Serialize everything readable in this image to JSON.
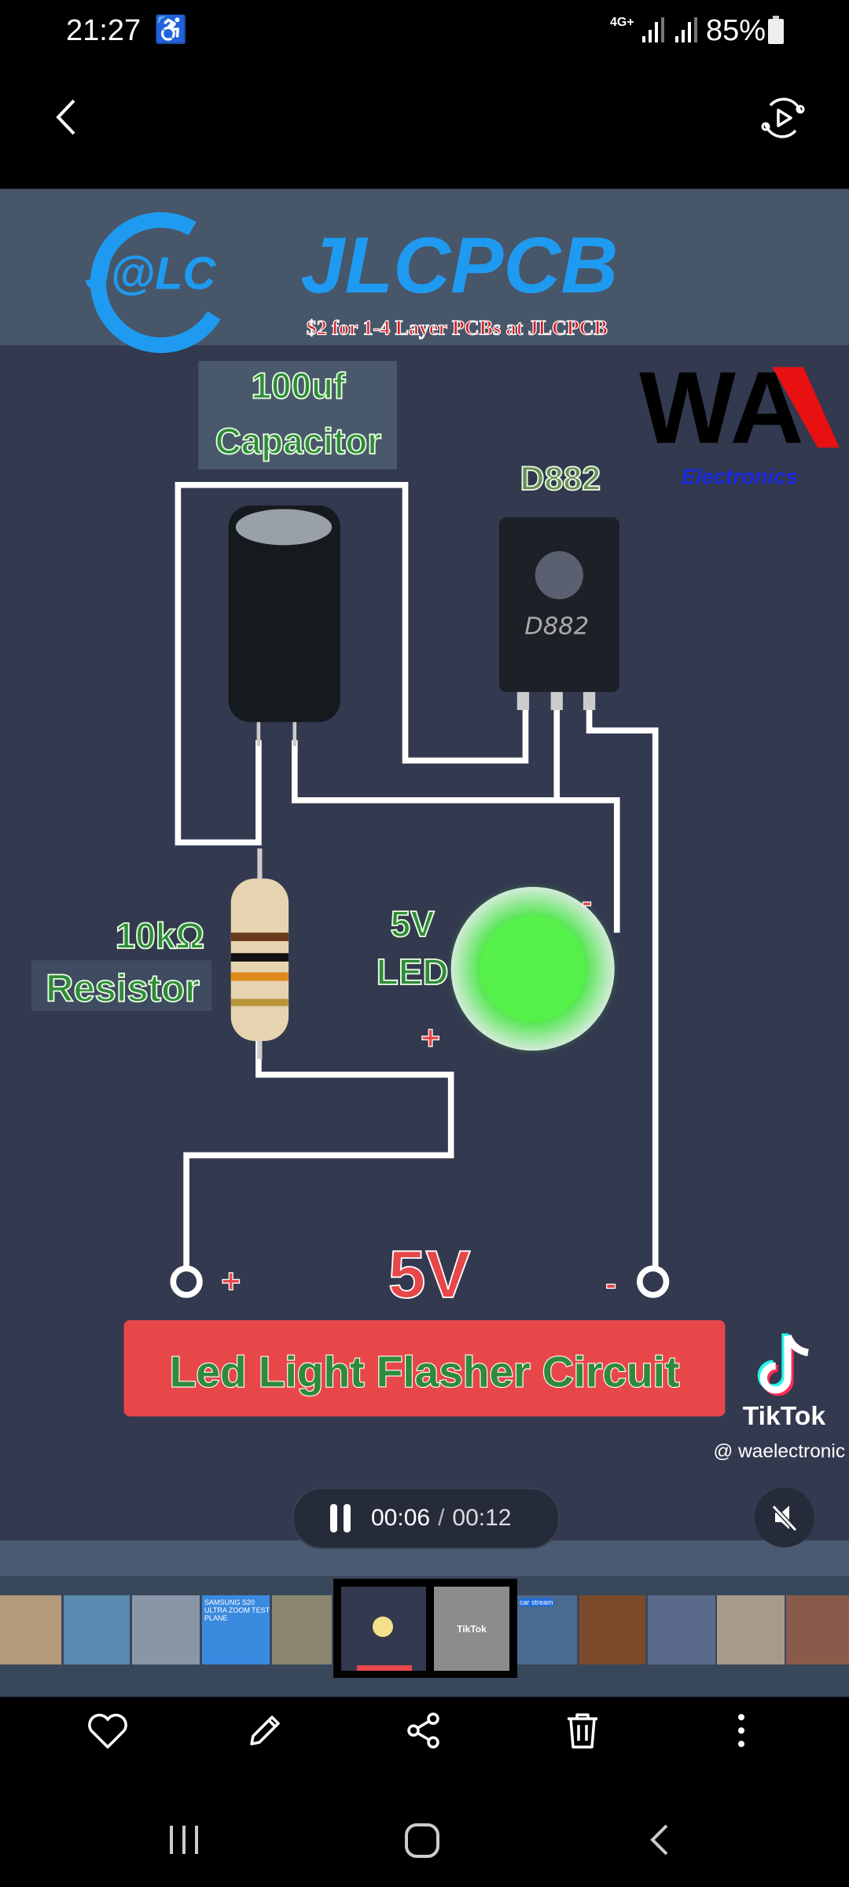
{
  "status_bar": {
    "time": "21:27",
    "network": "4G+",
    "battery": "85%"
  },
  "top_bar": {
    "back_icon": "chevron-left-icon",
    "action_icon": "video-player-icon"
  },
  "video": {
    "banner": {
      "logo_text": "J@LC",
      "brand": "JLCPCB",
      "tagline": "$2 for 1-4 Layer PCBs at JLCPCB"
    },
    "watermark_logo": {
      "letters": "WA",
      "sub": "Electronics"
    },
    "labels": {
      "capacitor_value": "100uf",
      "capacitor_name": "Capacitor",
      "transistor": "D882",
      "transistor_marking": "D882",
      "resistor_value": "10kΩ",
      "resistor_name": "Resistor",
      "led_voltage": "5V",
      "led_name": "LED",
      "led_minus": "-",
      "led_plus": "+",
      "supply_plus": "+",
      "supply_minus": "-",
      "supply_voltage": "5V"
    },
    "title": "Led Light Flasher Circuit",
    "tiktok": {
      "brand": "TikTok",
      "handle": "@ waelectronic"
    },
    "colors": {
      "banner_bg": "#485669",
      "main_bg": "#33394f",
      "brand_blue": "#1e9bf0",
      "title_red": "#e8474a",
      "label_green": "#2f8a3a"
    }
  },
  "player": {
    "current_time": "00:06",
    "separator": "/",
    "duration": "00:12",
    "progress": 0.5,
    "paused": false,
    "muted": true
  },
  "filmstrip": {
    "thumbnails": [
      {
        "color": "#b49a7a"
      },
      {
        "color": "#5a8ab0"
      },
      {
        "color": "#8a96a8"
      },
      {
        "color": "#3a8ae0",
        "caption": "SAMSUNG S20 ULTRA ZOOM TEST PLANE"
      },
      {
        "color": "#8a8670"
      },
      {
        "color": "#33394f",
        "selected": true
      },
      {
        "color": "#8c8c8c",
        "caption": "TikTok"
      },
      {
        "color": "#4a6a90",
        "caption": "car stream"
      },
      {
        "color": "#7a4a2a"
      },
      {
        "color": "#5a6a8a"
      },
      {
        "color": "#a89a8a"
      },
      {
        "color": "#8a5a4a"
      }
    ]
  },
  "toolbar": {
    "favorite": "heart-icon",
    "edit": "pencil-icon",
    "share": "share-icon",
    "delete": "trash-icon",
    "more": "more-vertical-icon"
  },
  "nav": {
    "recents": "recents-icon",
    "home": "home-icon",
    "back": "back-icon"
  }
}
